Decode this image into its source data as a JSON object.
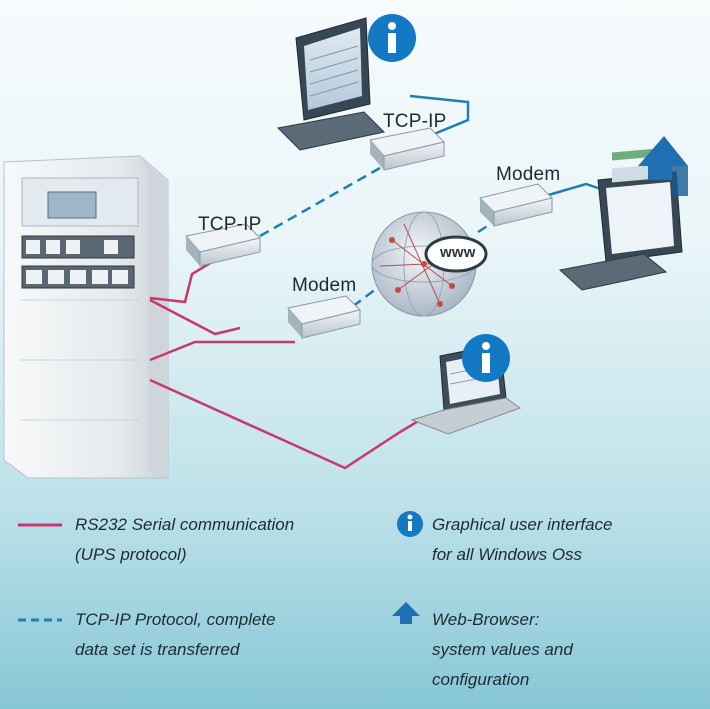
{
  "labels": {
    "tcp_ip_top": "TCP-IP",
    "tcp_ip_left": "TCP-IP",
    "modem_right": "Modem",
    "modem_center": "Modem",
    "www": "www"
  },
  "legend": {
    "rs232_line1": "RS232 Serial communication",
    "rs232_line2": "(UPS protocol)",
    "tcpip_line1": "TCP-IP Protocol, complete",
    "tcpip_line2": "data set is transferred",
    "gui_line1": "Graphical user interface",
    "gui_line2": "for all Windows Oss",
    "web_line1": "Web-Browser:",
    "web_line2": "system values and",
    "web_line3": "configuration"
  },
  "colors": {
    "rs232_line": "#c8386a",
    "tcpip_line": "#1d7fb8",
    "info_icon": "#1379c4",
    "web_arrow": "#1f6fb2",
    "cabinet": "#eef1f3"
  },
  "icons": [
    "info-icon",
    "upload-arrow-icon",
    "globe-icon",
    "monitor-icon",
    "laptop-icon",
    "modem-icon",
    "ups-cabinet-icon"
  ]
}
